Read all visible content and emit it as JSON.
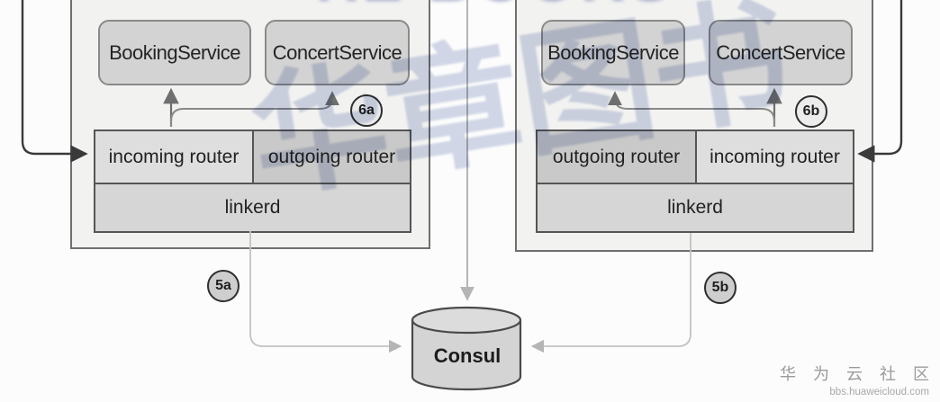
{
  "watermarks": {
    "logo_text": "HZ BOOKS",
    "chinese": "华章图书"
  },
  "clusters": [
    {
      "services": [
        "BookingService",
        "ConcertService"
      ],
      "router_row": [
        "incoming router",
        "outgoing router"
      ],
      "proxy": "linkerd",
      "badge_service": "6a",
      "badge_consul": "5a"
    },
    {
      "services": [
        "BookingService",
        "ConcertService"
      ],
      "router_row": [
        "outgoing router",
        "incoming router"
      ],
      "proxy": "linkerd",
      "badge_service": "6b",
      "badge_consul": "5b"
    }
  ],
  "consul": {
    "label": "Consul"
  },
  "footer": {
    "community": "华 为 云 社 区",
    "url": "bbs.huaweicloud.com"
  }
}
